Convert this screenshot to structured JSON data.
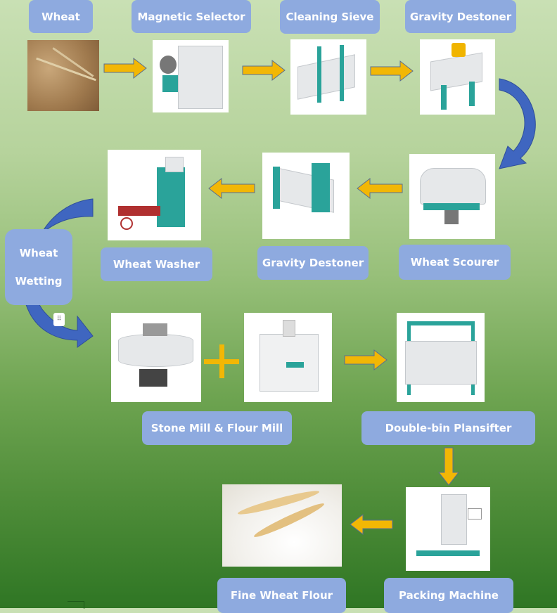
{
  "steps": {
    "wheat": "Wheat",
    "magnetic_selector": "Magnetic Selector",
    "cleaning_sieve": "Cleaning Sieve",
    "gravity_destoner_1": "Gravity Destoner",
    "wheat_scourer": "Wheat Scourer",
    "gravity_destoner_2": "Gravity Destoner",
    "wheat_washer": "Wheat Washer",
    "wheat_wetting_line1": "Wheat",
    "wheat_wetting_line2": "Wetting",
    "stone_flour_mill": "Stone Mill & Flour Mill",
    "plansifter": "Double-bin Plansifter",
    "packing_machine": "Packing Machine",
    "fine_flour": "Fine Wheat Flour"
  },
  "colors": {
    "label_bg": "#8eaadf",
    "arrow_yellow": "#f2b705",
    "arrow_blue": "#3f66c0",
    "machine_teal": "#2aa39a"
  }
}
